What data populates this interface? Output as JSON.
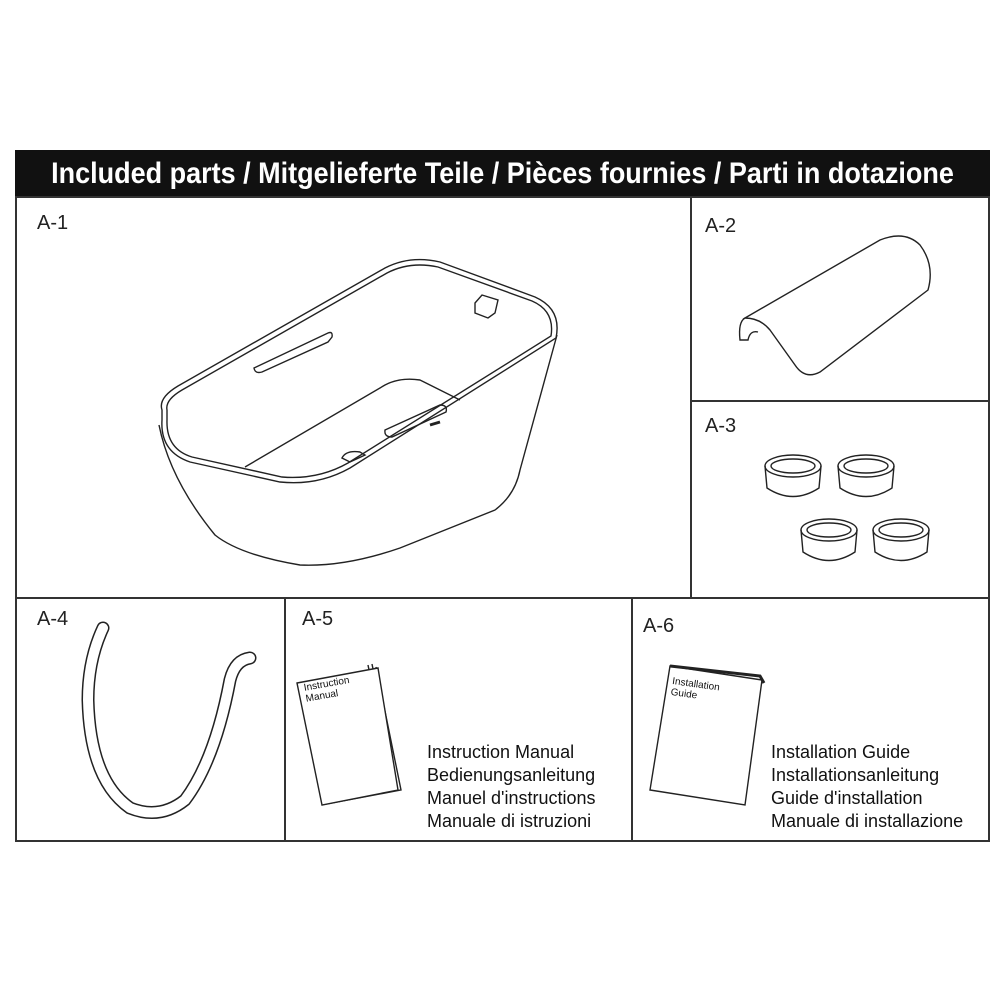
{
  "header": {
    "title": "Included parts / Mitgelieferte Teile / Pièces fournies / Parti in dotazione"
  },
  "parts": [
    {
      "id": "A-1",
      "illustration": "bathtub"
    },
    {
      "id": "A-2",
      "illustration": "headrest"
    },
    {
      "id": "A-3",
      "illustration": "rings"
    },
    {
      "id": "A-4",
      "illustration": "strap"
    },
    {
      "id": "A-5",
      "illustration": "instruction-manual",
      "cover_lines": [
        "Instruction",
        "Manual"
      ],
      "names": [
        "Instruction Manual",
        "Bedienungsanleitung",
        "Manuel d'instructions",
        "Manuale di istruzioni"
      ]
    },
    {
      "id": "A-6",
      "illustration": "installation-guide",
      "cover_lines": [
        "Installation",
        "Guide"
      ],
      "names": [
        "Installation Guide",
        "Installationsanleitung",
        "Guide d'installation",
        "Manuale di installazione"
      ]
    }
  ]
}
